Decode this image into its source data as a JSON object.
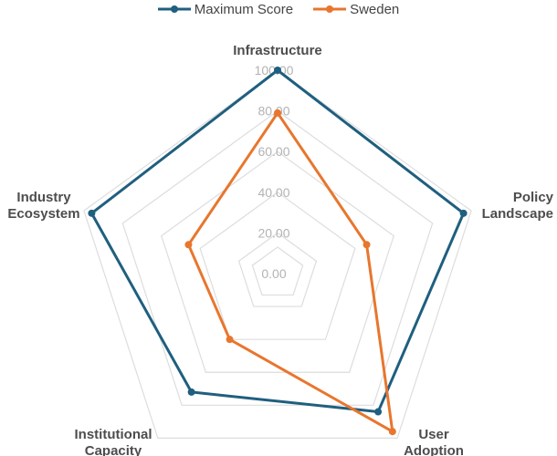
{
  "chart_data": {
    "type": "radar",
    "axes": [
      [
        "Infrastructure"
      ],
      [
        "Policy",
        "Landscape"
      ],
      [
        "User",
        "Adoption"
      ],
      [
        "Institutional",
        "Capacity"
      ],
      [
        "Industry",
        "Ecosystem"
      ]
    ],
    "ticks": [
      0,
      20,
      40,
      60,
      80,
      100
    ],
    "tick_labels": [
      "0.00",
      "20.00",
      "40.00",
      "60.00",
      "80.00",
      "100.00"
    ],
    "range": [
      0,
      100
    ],
    "series": [
      {
        "name": "Maximum Score",
        "color": "#1f5f7f",
        "values": [
          100,
          96,
          84,
          72,
          96
        ]
      },
      {
        "name": "Sweden",
        "color": "#e8762d",
        "values": [
          79,
          46,
          96,
          40,
          46
        ]
      }
    ],
    "grid": true,
    "legend_position": "top"
  }
}
